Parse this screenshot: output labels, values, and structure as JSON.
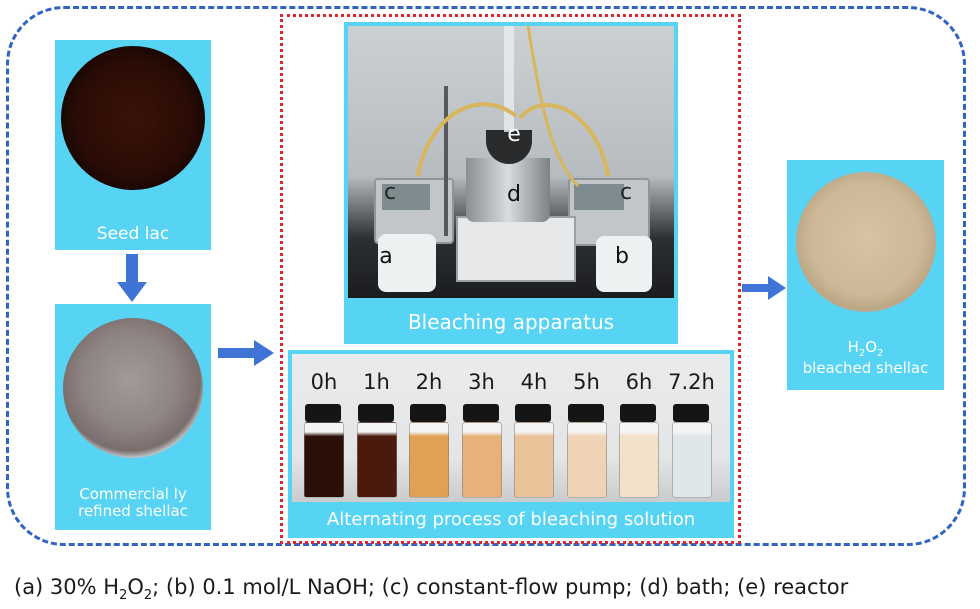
{
  "left": {
    "top_label": "Seed lac",
    "bottom_label_line1": "Commercial ly",
    "bottom_label_line2": "refined shellac"
  },
  "center": {
    "apparatus_label": "Bleaching apparatus",
    "apparatus_letters": [
      "a",
      "b",
      "c",
      "c",
      "d",
      "e"
    ],
    "vial_times": [
      "0h",
      "1h",
      "2h",
      "3h",
      "4h",
      "5h",
      "6h",
      "7.2h"
    ],
    "vial_colors": [
      "#2a1008",
      "#4a1a0c",
      "#e0a055",
      "#e6b27a",
      "#eac29a",
      "#efd3b5",
      "#f2e0c8",
      "#dfe6ea"
    ],
    "solution_label": "Alternating process of  bleaching solution"
  },
  "right": {
    "label_formula": "H",
    "label_sub": "2",
    "label_o": "O",
    "label_sub2": "2",
    "label_line2": "bleached shellac"
  },
  "caption": {
    "p1": "(a) 30% H",
    "s1": "2",
    "p2": "O",
    "s2": "2",
    "p3": "; (b) 0.1 mol/L NaOH; (c) constant-flow pump; (d) bath; (e) reactor"
  },
  "colors": {
    "outer_frame": "#3163c4",
    "inner_frame": "#e0262a",
    "panel": "#57d3f3",
    "arrow": "#3f74d6"
  }
}
